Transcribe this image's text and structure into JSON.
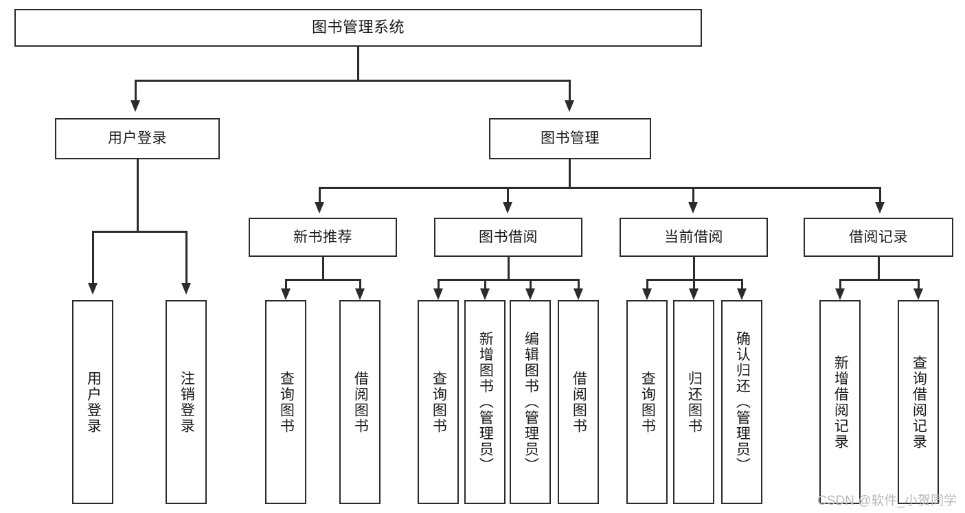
{
  "diagram": {
    "type": "tree-hierarchy-flowchart",
    "title": "图书管理系统",
    "watermark": "CSDN @软件_小贺同学",
    "colors": {
      "stroke": "#2b2b2b",
      "fill": "#ffffff",
      "text": "#1a1a1a",
      "watermark": "#b9b9b9"
    },
    "levels": {
      "root": {
        "label": "图书管理系统"
      },
      "level2": [
        {
          "label": "用户登录"
        },
        {
          "label": "图书管理"
        }
      ],
      "level3": [
        {
          "label": "新书推荐"
        },
        {
          "label": "图书借阅"
        },
        {
          "label": "当前借阅"
        },
        {
          "label": "借阅记录"
        }
      ],
      "leaves": {
        "user_login": [
          {
            "label": "用户登录"
          },
          {
            "label": "注销登录"
          }
        ],
        "new_book_recommend": [
          {
            "label": "查询图书"
          },
          {
            "label": "借阅图书"
          }
        ],
        "book_borrow": [
          {
            "label": "查询图书"
          },
          {
            "label": "新增图书（管理员）"
          },
          {
            "label": "编辑图书（管理员）"
          },
          {
            "label": "借阅图书"
          }
        ],
        "current_borrow": [
          {
            "label": "查询图书"
          },
          {
            "label": "归还图书"
          },
          {
            "label": "确认归还（管理员）"
          }
        ],
        "borrow_record": [
          {
            "label": "新增借阅记录"
          },
          {
            "label": "查询借阅记录"
          }
        ]
      }
    }
  }
}
